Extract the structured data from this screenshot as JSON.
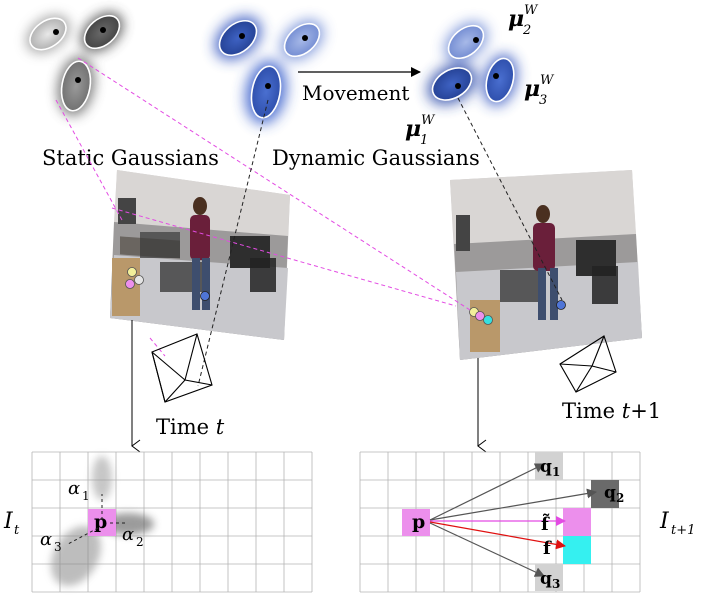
{
  "labels": {
    "static_gaussians": "Static Gaussians",
    "dynamic_gaussians": "Dynamic Gaussians",
    "movement": "Movement",
    "time_t_prefix": "Time ",
    "time_t_var": "t",
    "time_t1_prefix": "Time ",
    "time_t1_var": "t",
    "time_t1_suffix": "+1",
    "mu_symbol": "μ",
    "mu_sup": "W",
    "mu1_sub": "1",
    "mu2_sub": "2",
    "mu3_sub": "3",
    "It_main": "I",
    "It_sub": "t",
    "It1_main": "I",
    "It1_sub": "t+1",
    "p_left": "p",
    "p_right": "p",
    "alpha": "α",
    "alpha1_sub": "1",
    "alpha2_sub": "2",
    "alpha3_sub": "3",
    "q": "q",
    "q1_sub": "1",
    "q2_sub": "2",
    "q3_sub": "3",
    "f_tilde": "f̃",
    "f": "f"
  },
  "colors": {
    "magenta": "#e34be3",
    "pink_cell": "#ec8fec",
    "cyan_cell": "#35f0f0",
    "gray_light_cell": "#d2d2d2",
    "gray_dark_cell": "#6a6a6a",
    "red_arrow": "#e01010",
    "dynamic_blue": "#2f4fae",
    "static_gray": "#5a5a5a"
  },
  "icons": {
    "camera_left": "camera-frustum-icon",
    "camera_right": "camera-frustum-icon"
  }
}
